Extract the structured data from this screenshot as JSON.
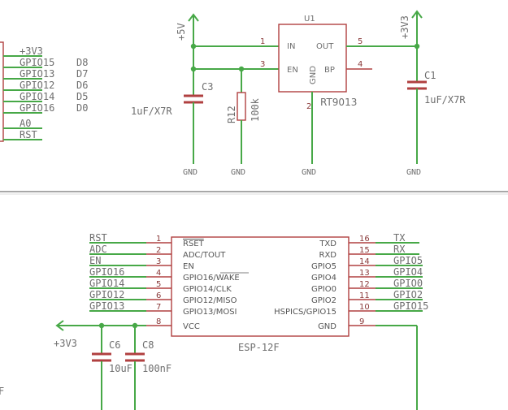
{
  "left_header": {
    "labels": [
      "+3V3",
      "GPIO15",
      "GPIO13",
      "GPIO12",
      "GPIO14",
      "GPIO16",
      "A0",
      "RST"
    ],
    "aliases": [
      "D8",
      "D7",
      "D6",
      "D5",
      "D0"
    ]
  },
  "regulator": {
    "ref": "U1",
    "part": "RT9013",
    "pin_names": {
      "in": "IN",
      "out": "OUT",
      "en": "EN",
      "bp": "BP",
      "gnd": "GND"
    },
    "pin_numbers": {
      "in": "1",
      "out": "5",
      "en": "3",
      "bp": "4",
      "gnd": "2"
    }
  },
  "supplies": {
    "input": "+5V",
    "output": "+3V3"
  },
  "c3": {
    "ref": "C3",
    "value": "1uF/X7R"
  },
  "r12": {
    "ref": "R12",
    "value": "100k"
  },
  "c1": {
    "ref": "C1",
    "value": "1uF/X7R"
  },
  "ground_label": "GND",
  "esp": {
    "name": "ESP-12F",
    "left_pins": [
      {
        "num": "1",
        "name": "RSET",
        "net": "RST"
      },
      {
        "num": "2",
        "name": "ADC/TOUT",
        "net": "ADC"
      },
      {
        "num": "3",
        "name": "EN",
        "net": "EN"
      },
      {
        "num": "4",
        "name": "GPIO16/WAKE",
        "net": "GPIO16"
      },
      {
        "num": "5",
        "name": "GPIO14/CLK",
        "net": "GPIO14"
      },
      {
        "num": "6",
        "name": "GPIO12/MISO",
        "net": "GPIO12"
      },
      {
        "num": "7",
        "name": "GPIO13/MOSI",
        "net": "GPIO13"
      },
      {
        "num": "8",
        "name": "VCC",
        "net": ""
      }
    ],
    "right_pins": [
      {
        "num": "16",
        "name": "TXD",
        "net": "TX"
      },
      {
        "num": "15",
        "name": "RXD",
        "net": "RX"
      },
      {
        "num": "14",
        "name": "GPIO5",
        "net": "GPIO5"
      },
      {
        "num": "13",
        "name": "GPIO4",
        "net": "GPIO4"
      },
      {
        "num": "12",
        "name": "GPIO0",
        "net": "GPIO0"
      },
      {
        "num": "11",
        "name": "GPIO2",
        "net": "GPIO2"
      },
      {
        "num": "10",
        "name": "HSPICS/GPIO15",
        "net": "GPIO15"
      },
      {
        "num": "9",
        "name": "GND",
        "net": ""
      }
    ]
  },
  "vcc_supply": "+3V3",
  "c6": {
    "ref": "C6",
    "value": "10uF"
  },
  "c8": {
    "ref": "C8",
    "value": "100nF"
  },
  "edge_fragment": "F"
}
